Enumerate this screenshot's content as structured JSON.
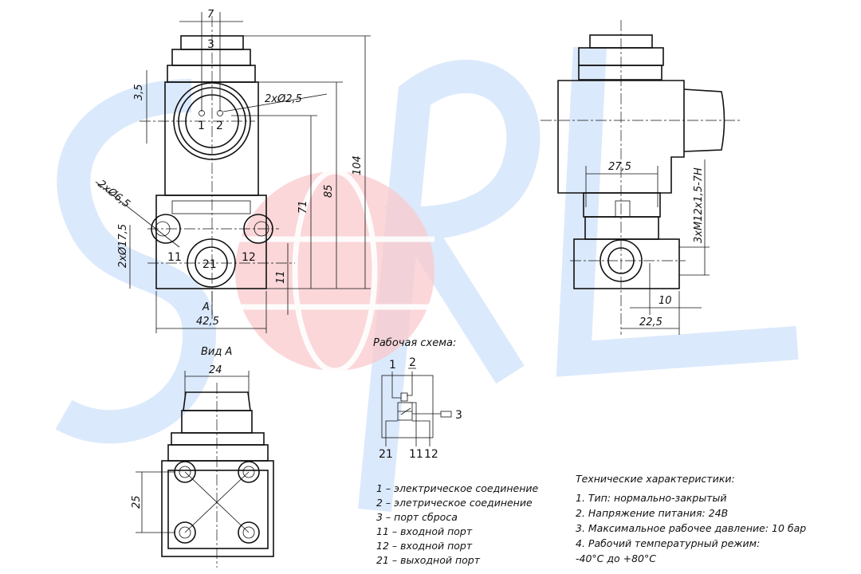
{
  "front_view": {
    "dims": {
      "d7": "7",
      "d3": "3",
      "d35": "3,5",
      "pin_dia": "2xØ2,5",
      "d104": "104",
      "d85": "85",
      "d71": "71",
      "d11": "11",
      "d425": "42,5",
      "hole_dia": "2xØ6,5",
      "d175": "2xØ17,5"
    },
    "pins": {
      "p1": "1",
      "p2": "2"
    },
    "ports": {
      "p11": "11",
      "p21": "21",
      "p12": "12"
    },
    "view_arrow": "A"
  },
  "side_view": {
    "dims": {
      "d275": "27,5",
      "thread": "3xM12x1,5-7H",
      "d10": "10",
      "d225": "22,5"
    }
  },
  "view_a": {
    "title": "Вид А",
    "d24": "24",
    "d25": "25"
  },
  "schema": {
    "title": "Рабочая схема:",
    "labels": {
      "l1": "1",
      "l2": "2",
      "l3": "3",
      "l21": "21",
      "l11": "11",
      "l12": "12"
    }
  },
  "ports_legend": [
    "1 – электрическое соединение",
    "2 – элетрическое соединение",
    "3 – порт сброса",
    "11 – входной порт",
    "12 – входной порт",
    "21 – выходной порт"
  ],
  "specs": {
    "title": "Технические характеристики:",
    "items": [
      "1. Тип: нормально-закрытый",
      "2. Напряжение питания: 24В",
      "3. Максимальное рабочее давление: 10 бар",
      "4. Рабочий температурный режим:",
      "-40°С до +80°С"
    ]
  },
  "colors": {
    "watermark_blue": "#d5e5fb",
    "watermark_red": "#f9c9cc",
    "line": "#111111"
  }
}
